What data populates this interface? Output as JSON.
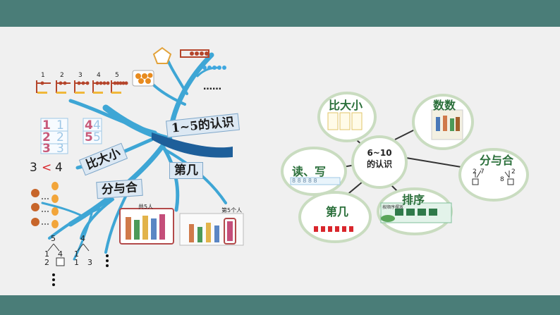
{
  "left_map": {
    "topics": {
      "recognize": "1~5的认识",
      "compare": "比大小",
      "ordinal": "第几",
      "split": "分与合"
    },
    "number_row": [
      "1",
      "2",
      "3",
      "4",
      "5"
    ],
    "writing": {
      "rows": [
        [
          "1",
          "1",
          "4",
          "4"
        ],
        [
          "2",
          "2",
          "5",
          "5"
        ],
        [
          "3",
          "3"
        ]
      ]
    },
    "comparison": {
      "left": "3",
      "sign": "<",
      "right": "4"
    },
    "split_trees": [
      {
        "top": "5",
        "left": "1",
        "right": "4",
        "bottom_left": "2"
      },
      {
        "top": "4",
        "left": "1",
        "bottom_left": "1",
        "bottom_right": "3"
      }
    ],
    "queue_labels": {
      "total": "共5人",
      "fifth": "第5个人"
    },
    "ellipsis": "……"
  },
  "right_map": {
    "center": {
      "line1": "6~10",
      "line2": "的认识"
    },
    "nodes": {
      "compare": "比大小",
      "count": "数数",
      "split": "分与合",
      "read_write": "读、写",
      "ordinal": "第几",
      "order": "排序"
    },
    "split_example": [
      "2",
      "7",
      "8",
      "2"
    ],
    "order_caption": "按顺序摆放",
    "read_write_digits": "8 8 8 8 8"
  },
  "colors": {
    "branch": "#3ea6d5",
    "frame": "#4a7d78",
    "accent_red": "#d9262c",
    "bubble_ring": "#c9dcc0"
  }
}
